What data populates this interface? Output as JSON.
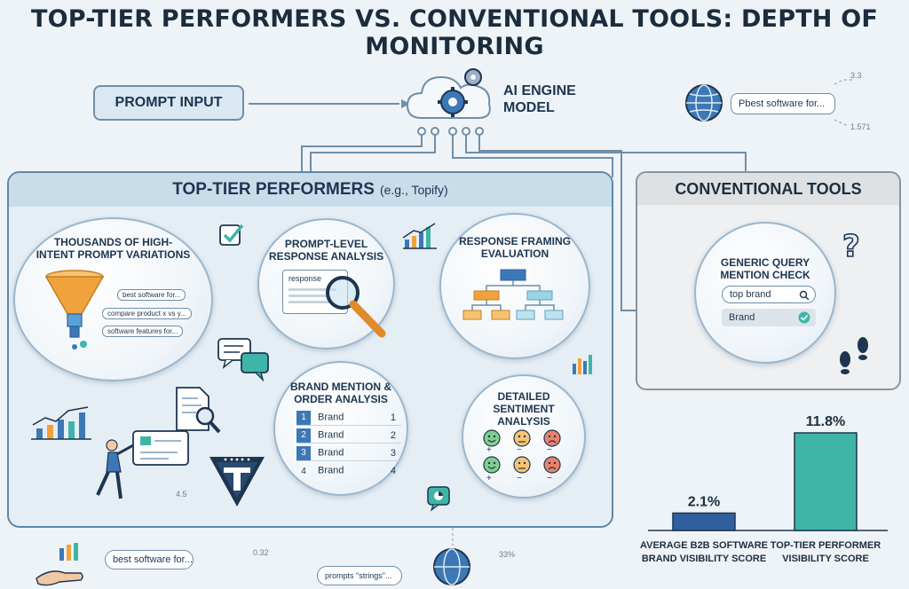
{
  "title": "TOP-TIER PERFORMERS VS. CONVENTIONAL TOOLS: DEPTH OF MONITORING",
  "prompt_input": "PROMPT INPUT",
  "ai_engine": [
    "AI ENGINE",
    "MODEL"
  ],
  "globe_search": {
    "query": "Pbest software for...",
    "num_top": "3.3",
    "num_bottom": "1.571"
  },
  "main_panel": {
    "title": "TOP-TIER PERFORMERS",
    "example": "(e.g., Topify)",
    "prompt_variations": {
      "label": [
        "THOUSANDS OF HIGH-",
        "INTENT PROMPT VARIATIONS"
      ],
      "tags": [
        "best software for...",
        "compare product x vs y...",
        "software features for..."
      ]
    },
    "response_analysis": {
      "label": [
        "PROMPT-LEVEL",
        "RESPONSE ANALYSIS"
      ],
      "doc_text": "response"
    },
    "framing": {
      "label": [
        "RESPONSE FRAMING",
        "EVALUATION"
      ]
    },
    "brand_mention": {
      "label": [
        "BRAND MENTION &",
        "ORDER ANALYSIS"
      ],
      "rows": [
        {
          "num": "1",
          "brand": "Brand",
          "rank": "1"
        },
        {
          "num": "2",
          "brand": "Brand",
          "rank": "2"
        },
        {
          "num": "3",
          "brand": "Brand",
          "rank": "3"
        },
        {
          "num": "4",
          "brand": "Brand",
          "rank": "4"
        }
      ]
    },
    "sentiment": {
      "label": [
        "DETAILED",
        "SENTIMENT",
        "ANALYSIS"
      ],
      "signs": [
        "+",
        "−",
        "−",
        "+",
        "−",
        "−"
      ]
    },
    "misc_num": "4.5"
  },
  "conventional": {
    "title": "CONVENTIONAL TOOLS",
    "check_label": [
      "GENERIC QUERY",
      "MENTION CHECK"
    ],
    "search_value": "top brand",
    "result": "Brand"
  },
  "chart_data": {
    "type": "bar",
    "categories": [
      "AVERAGE B2B SOFTWARE BRAND VISIBILITY SCORE",
      "TOP-TIER PERFORMER VISIBILITY SCORE"
    ],
    "values": [
      2.1,
      11.8
    ],
    "value_labels": [
      "2.1%",
      "11.8%"
    ],
    "category_lines": [
      [
        "AVERAGE B2B SOFTWARE",
        "BRAND VISIBILITY SCORE"
      ],
      [
        "TOP-TIER PERFORMER",
        "VISIBILITY SCORE"
      ]
    ],
    "colors": [
      "#2f5f9e",
      "#3fb5a8"
    ],
    "ylim": [
      0,
      11.8
    ]
  },
  "footer": {
    "search1": "best software for...",
    "num1": "0.32",
    "search2": "prompts \"strings\"...",
    "num2": "33%"
  },
  "colors": {
    "accent": "#3d78b6",
    "teal": "#3fb5a8",
    "funnel_orange": "#f0a33c",
    "bg": "#eef3f7"
  }
}
